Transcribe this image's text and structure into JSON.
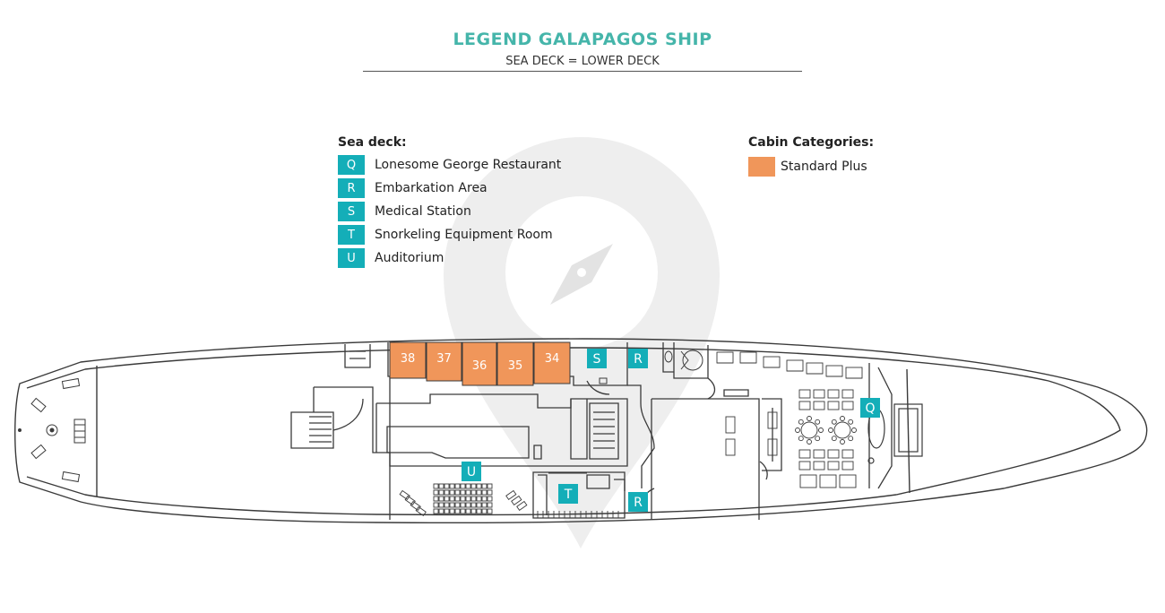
{
  "header": {
    "title": "LEGEND GALAPAGOS SHIP",
    "subtitle": "SEA DECK = LOWER DECK"
  },
  "legend": {
    "heading": "Sea deck:",
    "items": [
      {
        "key": "Q",
        "label": "Lonesome George Restaurant"
      },
      {
        "key": "R",
        "label": "Embarkation Area"
      },
      {
        "key": "S",
        "label": "Medical Station"
      },
      {
        "key": "T",
        "label": "Snorkeling Equipment Room"
      },
      {
        "key": "U",
        "label": "Auditorium"
      }
    ]
  },
  "categories": {
    "heading": "Cabin Categories:",
    "items": [
      {
        "label": "Standard Plus",
        "color": "#f0965a"
      }
    ]
  },
  "cabins": [
    "38",
    "37",
    "36",
    "35",
    "34"
  ],
  "markers": {
    "S": "S",
    "R_top": "R",
    "R_bottom": "R",
    "Q": "Q",
    "U": "U",
    "T": "T"
  },
  "colors": {
    "accent": "#45b5aa",
    "key_badge": "#14aeb8",
    "cabin": "#f0965a",
    "line": "#3a3a3a",
    "watermark": "#ededed"
  }
}
